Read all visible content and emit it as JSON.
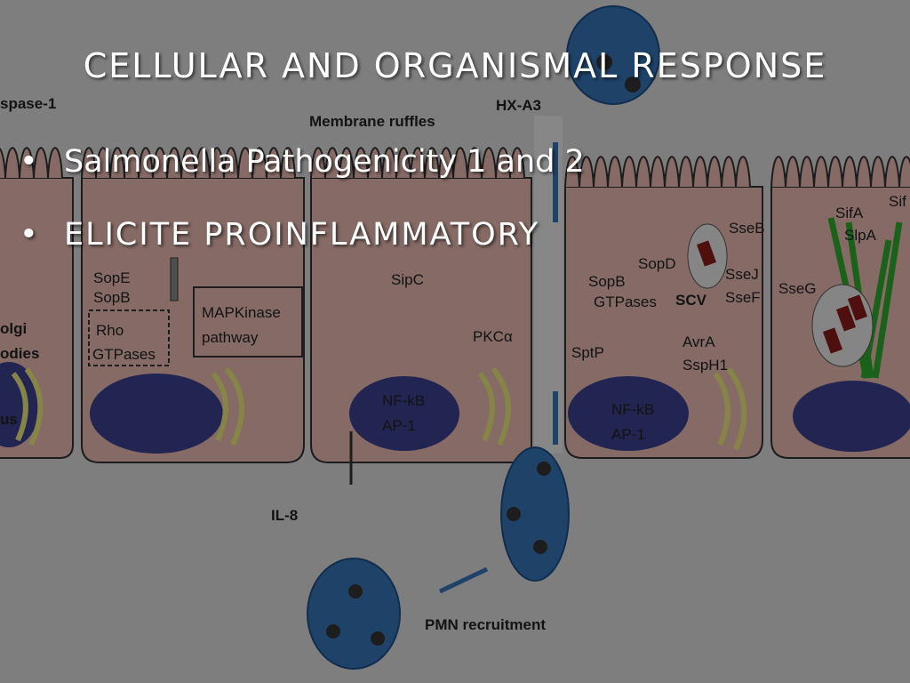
{
  "slide": {
    "title": "CELLULAR AND ORGANISMAL RESPONSE",
    "bullets": [
      {
        "marker": "•",
        "text": "Salmonella Pathogenicity 1 and 2"
      },
      {
        "marker": "•",
        "text": "ELICITE PROINFLAMMATORY"
      }
    ]
  },
  "diagram": {
    "labels": {
      "caspase": "spase-1",
      "hxa3": "HX-A3",
      "membrane_ruffles": "Membrane ruffles",
      "sope": "SopE",
      "sopb_top": "SopB",
      "sipc": "SipC",
      "golgi": "olgi",
      "bodies": "odies",
      "nucleus": "us",
      "rho": "Rho",
      "gtpases_box": "GTPases",
      "mapk1": "MAPKinase",
      "mapk2": "pathway",
      "pkc": "PKCα",
      "nfkb1": "NF-kB",
      "ap1_1": "AP-1",
      "nfkb2": "NF-kB",
      "ap1_2": "AP-1",
      "sopd": "SopD",
      "sopb": "SopB",
      "gtpases": "GTPases",
      "scv": "SCV",
      "sptp": "SptP",
      "avra": "AvrA",
      "ssph1": "SspH1",
      "sseb": "SseB",
      "ssej": "SseJ",
      "ssef": "SseF",
      "sseg": "SseG",
      "sifa": "SifA",
      "sipa": "SlpA",
      "sif2": "Sif",
      "il8": "IL-8",
      "pmn": "PMN recruitment"
    },
    "colors": {
      "background": "#d9d9d9",
      "cell": "#e6b7af",
      "nucleus": "#3b3f8c",
      "golgi": "#e7e57a",
      "neutrophil": "#3572b4",
      "filament": "#2eaa2e",
      "bacteria": "#8b1a1a"
    }
  }
}
